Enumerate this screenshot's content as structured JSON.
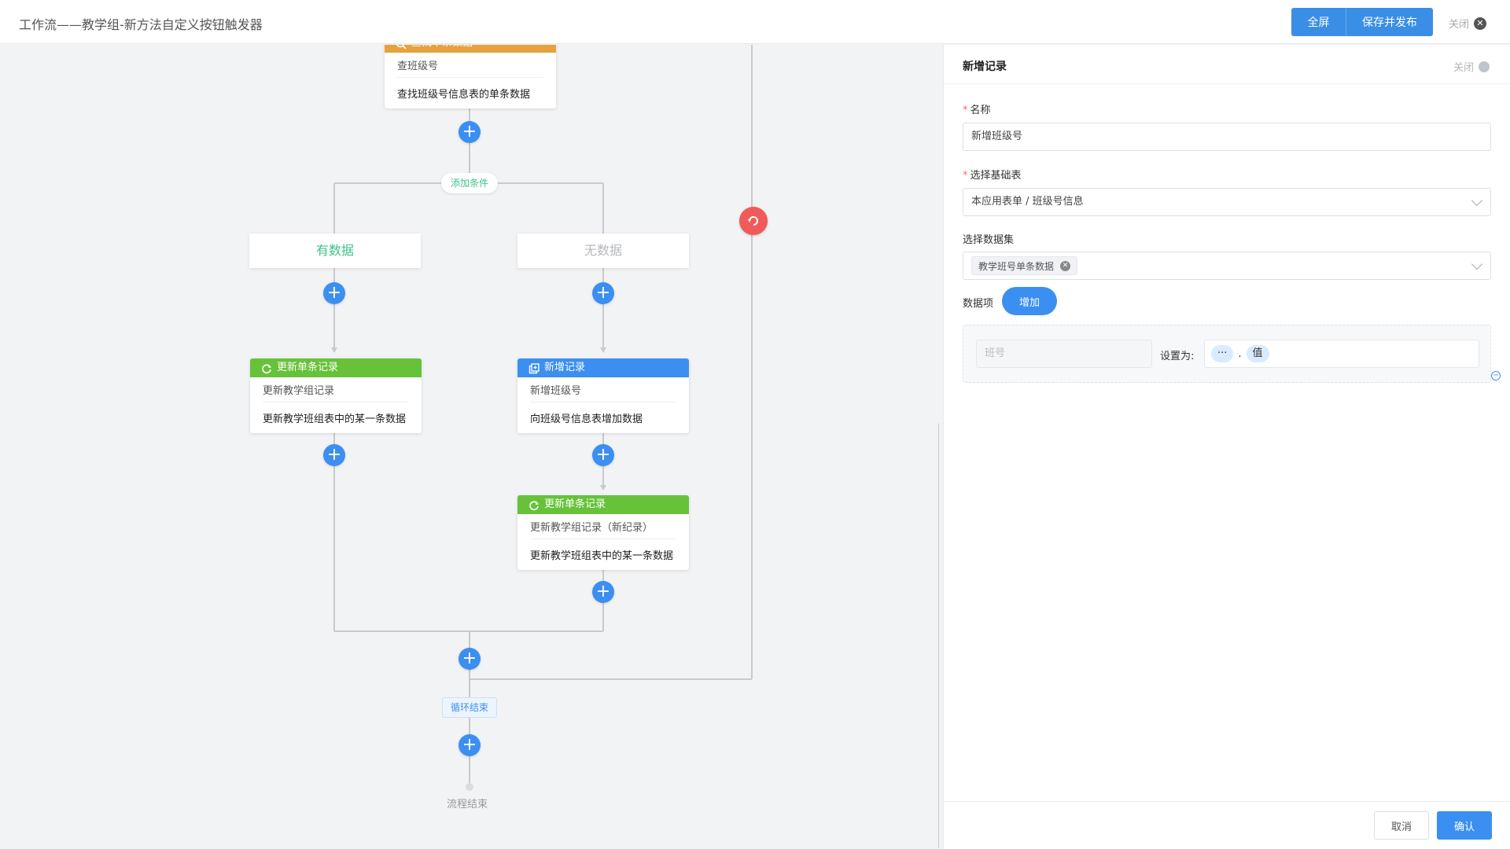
{
  "header": {
    "title": "工作流——教学组-新方法自定义按钮触发器",
    "fullscreen_label": "全屏",
    "save_publish_label": "保存并发布",
    "close_label": "关闭"
  },
  "canvas": {
    "top_node": {
      "head": "查找单条数据",
      "name": "查班级号",
      "desc": "查找班级号信息表的单条数据"
    },
    "add_condition_label": "添加条件",
    "branch_has_data": "有数据",
    "branch_no_data": "无数据",
    "node_update_left": {
      "head": "更新单条记录",
      "name": "更新教学组记录",
      "desc": "更新教学班组表中的某一条数据"
    },
    "node_add_right": {
      "head": "新增记录",
      "name": "新增班级号",
      "desc": "向班级号信息表增加数据"
    },
    "node_update_right": {
      "head": "更新单条记录",
      "name": "更新教学组记录（新纪录）",
      "desc": "更新教学班组表中的某一条数据"
    },
    "loop_end_label": "循环结束",
    "flow_end_label": "流程结束"
  },
  "panel": {
    "title": "新增记录",
    "close_label": "关闭",
    "name_label": "名称",
    "name_value": "新增班级号",
    "base_table_label": "选择基础表",
    "base_table_value": "本应用表单 / 班级号信息",
    "dataset_label": "选择数据集",
    "dataset_tag": "教学班号单条数据",
    "data_items_label": "数据项",
    "add_button_label": "增加",
    "field_placeholder": "班号",
    "set_as_label": "设置为:",
    "chip_dots": "···",
    "chip_sep": ".",
    "chip_value": "值",
    "cancel_label": "取消",
    "confirm_label": "确认"
  },
  "colors": {
    "primary": "#3b8ff0",
    "green": "#67c23a",
    "orange": "#e6a23c",
    "red": "#f05a5a",
    "teal_text": "#3ec28a"
  }
}
